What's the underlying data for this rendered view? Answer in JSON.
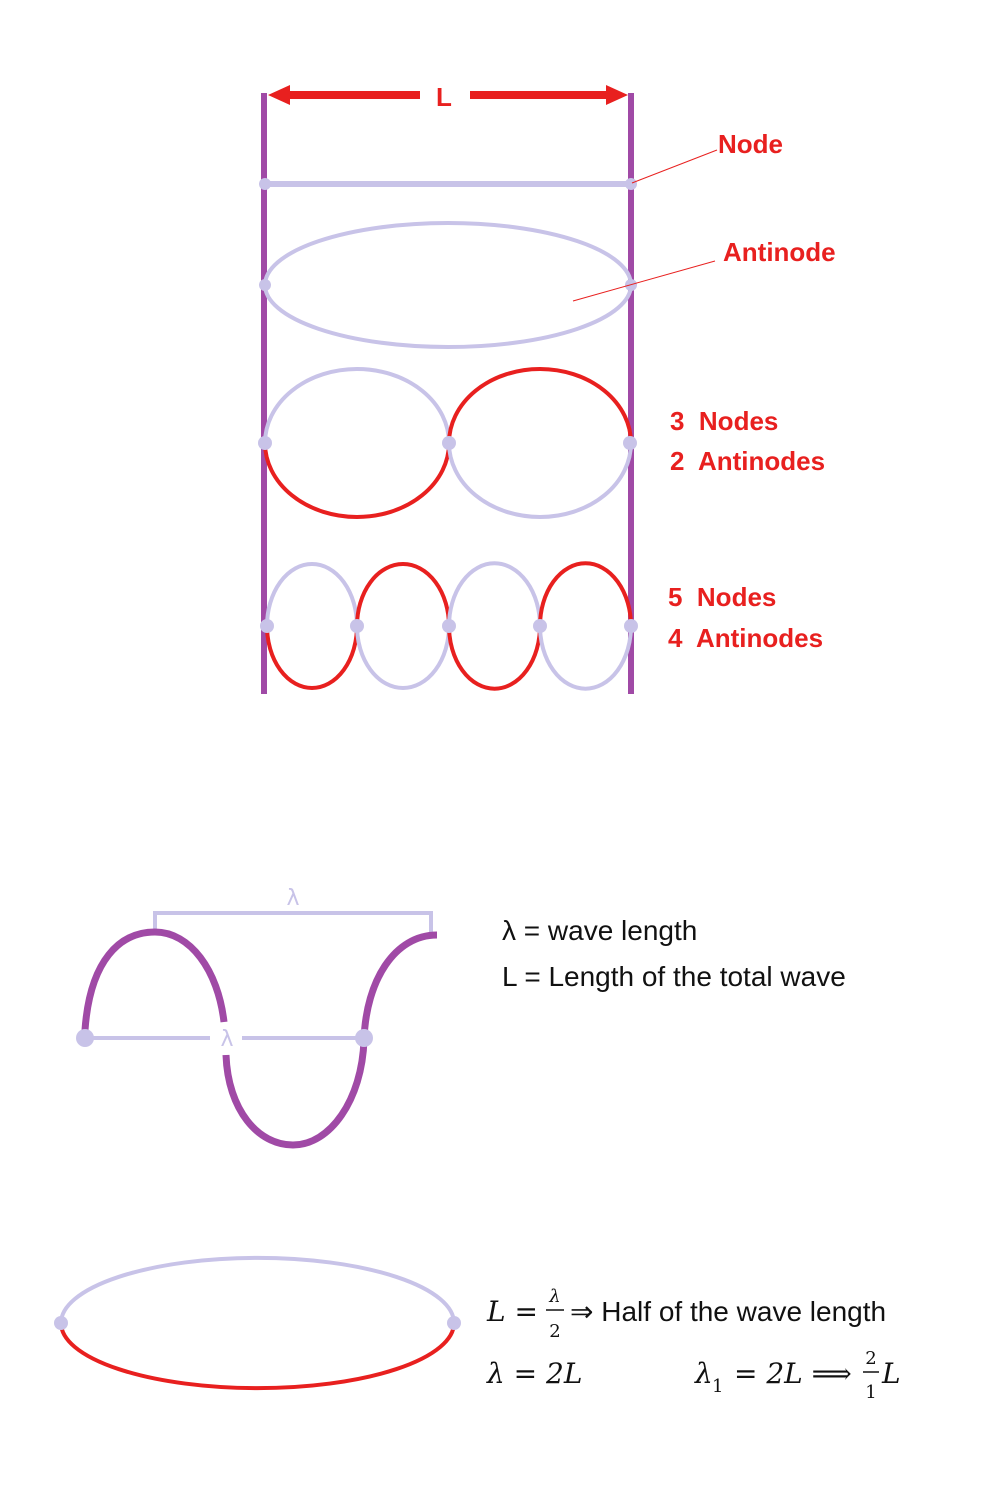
{
  "colors": {
    "red": "#e8201f",
    "lavender": "#c8c3e8",
    "purple": "#a04aa6"
  },
  "top": {
    "length_label": "L",
    "node_label": "Node",
    "antinode_label": "Antinode",
    "third_mode": {
      "nodes": "3  Nodes",
      "antinodes": "2  Antinodes"
    },
    "fourth_mode": {
      "nodes": "5  Nodes",
      "antinodes": "4  Antinodes"
    }
  },
  "wave": {
    "lambda_top": "λ",
    "lambda_mid": "λ",
    "def_lambda": "λ = wave length",
    "def_L": "L = Length of the total wave"
  },
  "bottom": {
    "eq1_L": "L =",
    "eq1_num": "λ",
    "eq1_den": "2",
    "eq1_text": "⇒ Half of the wave length",
    "eq2": "λ = 2L",
    "eq3_left": "λ",
    "eq3_sub": "1",
    "eq3_mid": "= 2L ⟹",
    "eq3_num": "2",
    "eq3_den": "1",
    "eq3_right": "L"
  }
}
